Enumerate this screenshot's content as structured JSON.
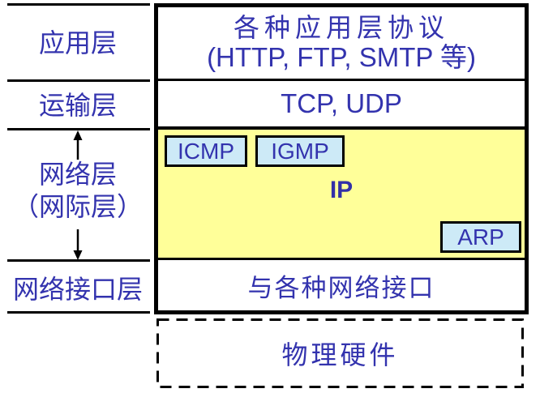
{
  "diagram": {
    "left_column": {
      "layers": [
        {
          "label": "应用层"
        },
        {
          "label": "运输层"
        },
        {
          "label": "网络层",
          "sublabel": "（网际层）"
        },
        {
          "label": "网络接口层"
        }
      ]
    },
    "protocol_stack": {
      "application_row": {
        "line1": "各种应用层协议",
        "line2": "(HTTP, FTP, SMTP 等)"
      },
      "transport_row": {
        "label": "TCP, UDP"
      },
      "network_row": {
        "icmp_label": "ICMP",
        "igmp_label": "IGMP",
        "ip_label": "IP",
        "arp_label": "ARP"
      },
      "interface_row": {
        "label": "与各种网络接口"
      }
    },
    "hardware_box": {
      "label": "物理硬件"
    },
    "colors": {
      "text_blue": "#3333AE",
      "network_layer_yellow": "#FFFF99",
      "protocol_box_blue": "#CDEAF7",
      "line_black": "#000000"
    }
  }
}
